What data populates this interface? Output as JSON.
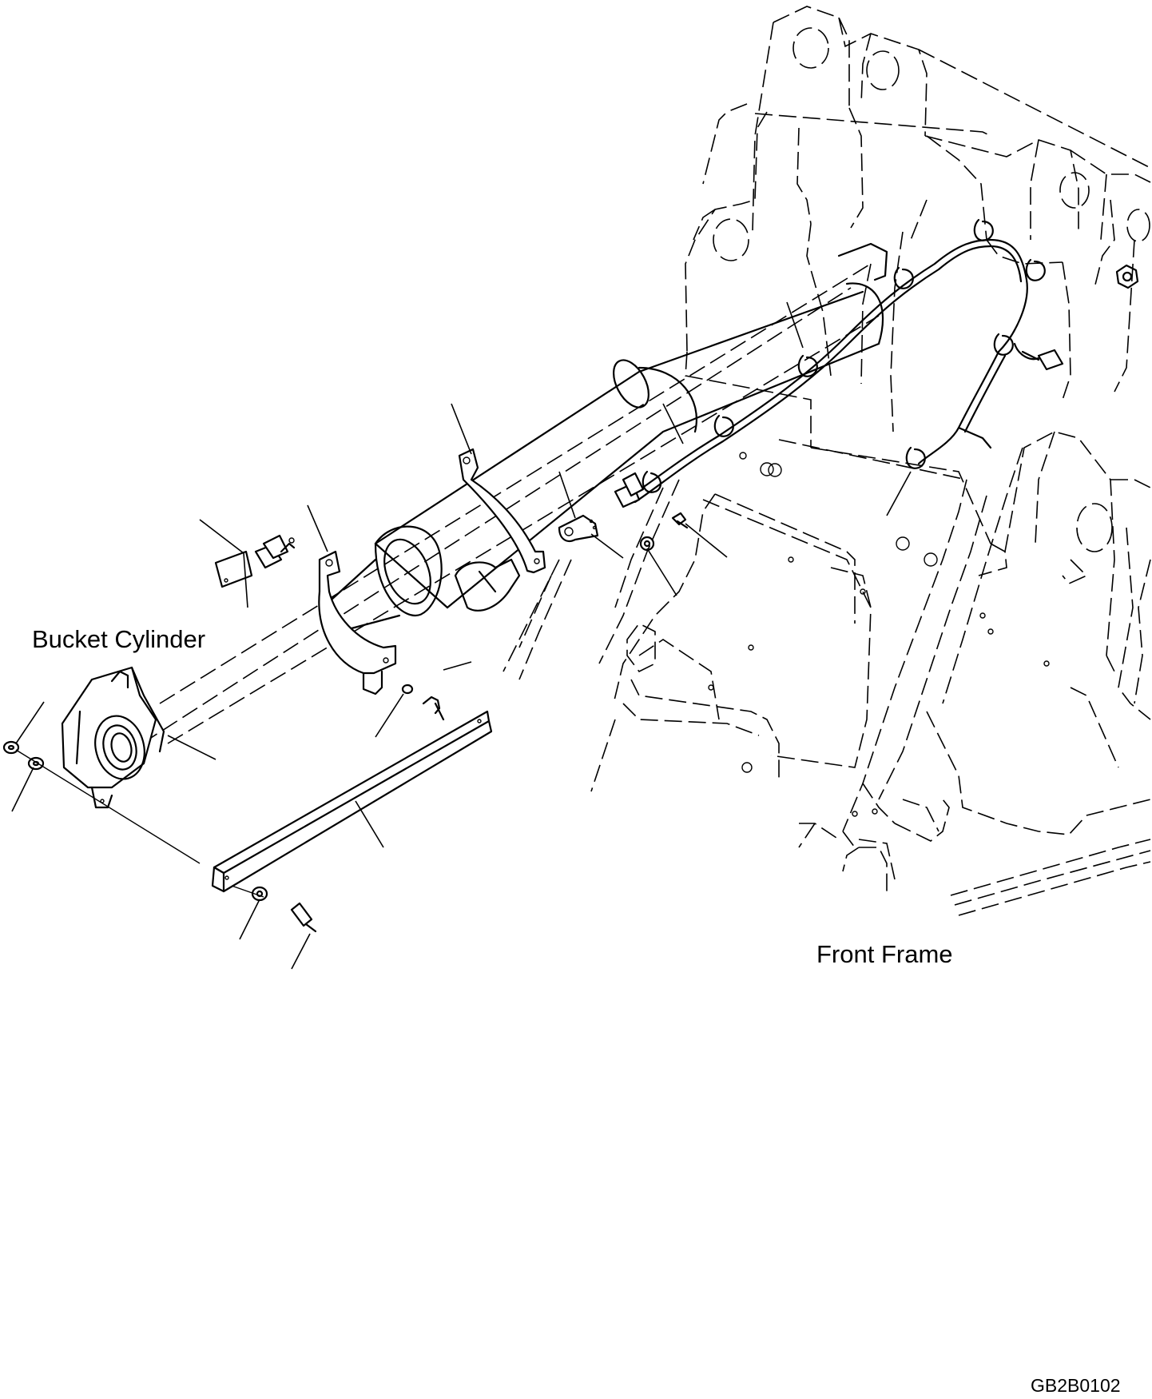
{
  "labels": {
    "bucket_cylinder": "Bucket Cylinder",
    "front_frame": "Front Frame",
    "drawing_code": "GB2B0102"
  }
}
